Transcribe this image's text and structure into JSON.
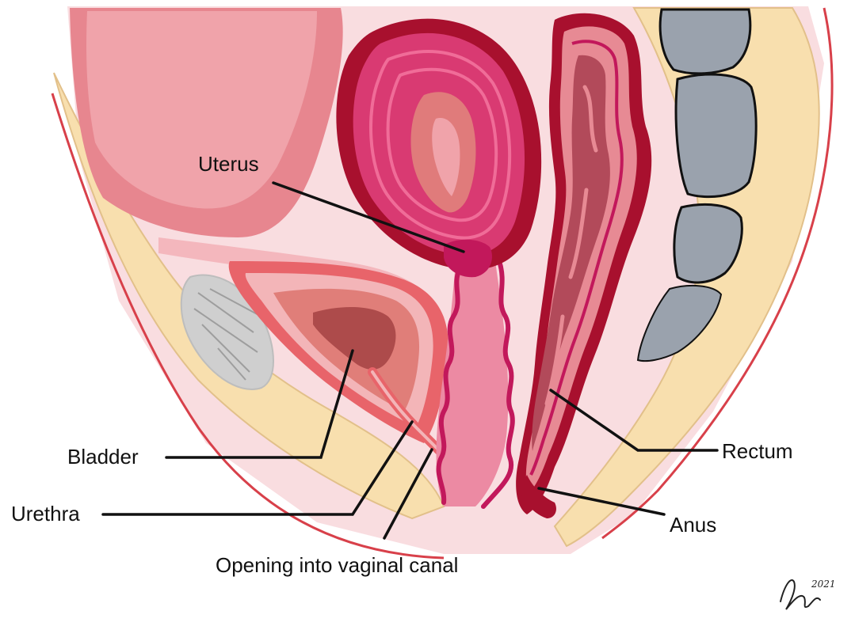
{
  "labels": {
    "uterus": "Uterus",
    "bladder": "Bladder",
    "urethra": "Urethra",
    "opening": "Opening into vaginal canal",
    "rectum": "Rectum",
    "anus": "Anus"
  },
  "signature": {
    "year": "2021"
  },
  "colors": {
    "skin_outline": "#d8404a",
    "fat": "#f8dfae",
    "soft_pink": "#f7c9cf",
    "peritoneum": "#ea9aa4",
    "uterus_wall": "#a8102e",
    "uterus_fill": "#d93a72",
    "bladder_wall": "#e8646a",
    "bladder_inner": "#ad4b4b",
    "rectum_wall": "#a8102e",
    "bone": "#9aa2ad",
    "pubic_bone": "#c9c9c9",
    "leader_line": "#111111"
  }
}
